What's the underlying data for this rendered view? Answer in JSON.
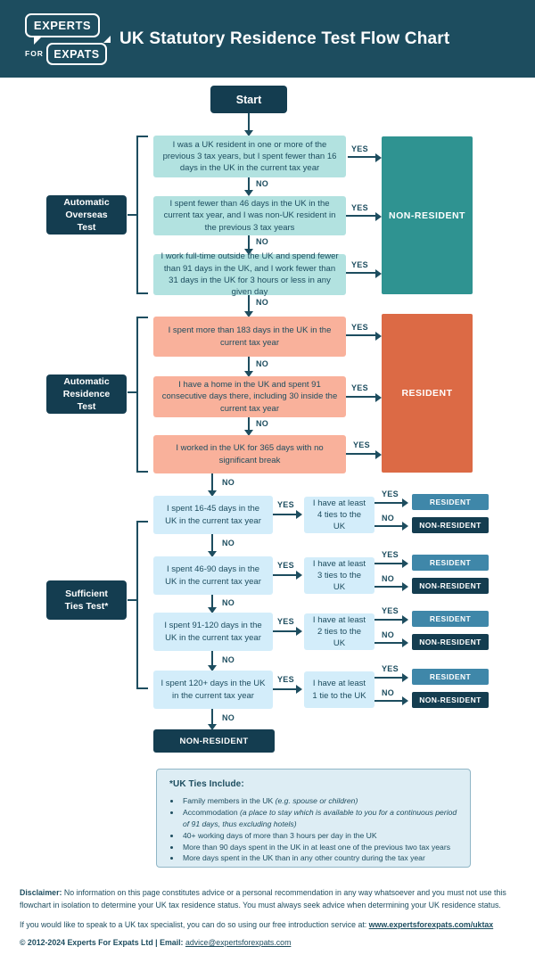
{
  "colors": {
    "header_bg": "#1d4d5f",
    "dark": "#143d50",
    "light_teal": "#b2e2e0",
    "teal": "#2f9391",
    "salmon": "#f9b19b",
    "orange": "#dc6a45",
    "light_blue": "#d3edfa",
    "steel_blue": "#3f87a9",
    "ties_bg": "#ddedf4",
    "ties_border": "#90b6c6",
    "ink": "#1d4d5f",
    "white": "#ffffff"
  },
  "header": {
    "title": "UK Statutory Residence Test Flow Chart",
    "logo": {
      "top": "EXPERTS",
      "mid": "FOR",
      "bottom": "EXPATS"
    }
  },
  "labels": {
    "yes": "YES",
    "no": "NO",
    "start": "Start"
  },
  "sections": {
    "overseas": {
      "label": "Automatic Overseas Test",
      "boxes": [
        "I was a UK resident in one or more of the previous 3 tax years, but I spent fewer than 16 days in the UK in the current tax year",
        "I spent fewer than 46 days in the UK in the current tax year, and I was non-UK resident in the previous 3 tax years",
        "I work full-time outside the UK and spend fewer than 91 days in the UK, and I work fewer than 31 days in the UK for 3 hours or less in any given day"
      ],
      "result": "NON-RESIDENT"
    },
    "residence": {
      "label": "Automatic Residence Test",
      "boxes": [
        "I spent more than 183 days in the UK in the current tax year",
        "I have a home in the UK and spent 91 consecutive days there, including 30 inside the current tax year",
        "I worked in the UK for 365 days with no significant break"
      ],
      "result": "RESIDENT"
    },
    "ties": {
      "label": "Sufficient Ties Test*",
      "rows": [
        {
          "question": "I spent 16-45 days in the UK in the current tax year",
          "tie": "I have at least 4 ties to the UK",
          "yes": "RESIDENT",
          "no": "NON-RESIDENT"
        },
        {
          "question": "I spent 46-90 days in the UK in the current tax year",
          "tie": "I have at least 3 ties to the UK",
          "yes": "RESIDENT",
          "no": "NON-RESIDENT"
        },
        {
          "question": "I spent 91-120 days in the UK in the current tax year",
          "tie": "I have at least 2 ties to the UK",
          "yes": "RESIDENT",
          "no": "NON-RESIDENT"
        },
        {
          "question": "I spent 120+ days in the UK in the current tax year",
          "tie": "I have at least 1 tie to the UK",
          "yes": "RESIDENT",
          "no": "NON-RESIDENT"
        }
      ],
      "final": "NON-RESIDENT"
    }
  },
  "ties_info": {
    "title": "*UK Ties Include:",
    "bullets": [
      {
        "text": "Family members in the UK ",
        "italic": "(e.g. spouse or children)"
      },
      {
        "text": "Accommodation ",
        "italic": "(a place to stay which is available to you for a continuous period of 91 days, thus excluding hotels)"
      },
      {
        "text": "40+ working days of more than 3 hours per day in the UK",
        "italic": ""
      },
      {
        "text": "More than 90 days spent in the UK in at least one of the previous two tax years",
        "italic": ""
      },
      {
        "text": "More days spent in the UK than in any other country during the tax year",
        "italic": ""
      }
    ]
  },
  "disclaimer": {
    "bold": "Disclaimer:",
    "text": " No information on this page constitutes advice or a personal recommendation in any way whatsoever and you must not use this flowchart in isolation to determine your UK tax residence status. You must always seek advice when determining your UK residence status."
  },
  "cta": {
    "text": "If you would like to speak to a UK tax specialist, you can do so using our free introduction service at: ",
    "link": "www.expertsforexpats.com/uktax"
  },
  "footer": {
    "text": "© 2012-2024 Experts For Expats Ltd | Email: ",
    "link": "advice@expertsforexpats.com"
  }
}
